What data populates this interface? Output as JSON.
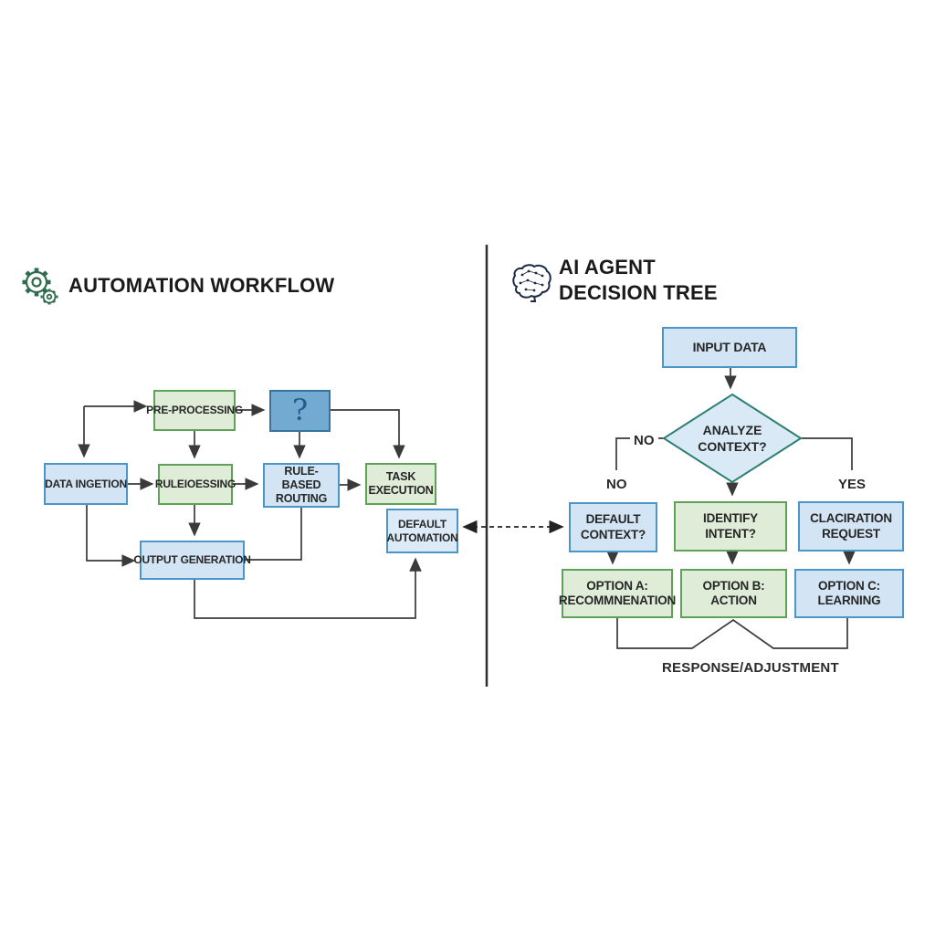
{
  "left": {
    "title": "AUTOMATION WORKFLOW",
    "title_icon": "gear-icon",
    "nodes": {
      "pre_processing": "PRE-PROCESSING",
      "question_mark": "?",
      "data_ingestion": "DATA INGETION",
      "rule_processing": "RULEIOESSING",
      "rule_based_routing": "RULE-BASED ROUTING",
      "task_execution": "TASK EXECUTION",
      "default_automation": "DEFAULT AUTOMATION",
      "output_generation": "OUTPUT GENERATION"
    }
  },
  "right": {
    "title_line1": "AI AGENT",
    "title_line2": "DECISION TREE",
    "title_icon": "brain-icon",
    "nodes": {
      "input_data": "INPUT DATA",
      "analyze_context": "ANALYZE CONTEXT?",
      "default_context": "DEFAULT CONTEXT?",
      "identify_intent": "IDENTIFY INTENT?",
      "clarification_request": "CLACIRATION REQUEST",
      "option_a": "OPTION A: RECOMMNENATION",
      "option_b": "OPTION B: ACTION",
      "option_c": "OPTION C: LEARNING"
    },
    "labels": {
      "branch_no": "NO",
      "column_no": "NO",
      "column_yes": "YES",
      "footer": "RESPONSE/ADJUSTMENT"
    }
  },
  "colors": {
    "blue_fill": "#d3e5f4",
    "blue_border": "#4b96c8",
    "green_fill": "#dfecd8",
    "green_border": "#5fa157",
    "question_fill": "#72aad2",
    "question_border": "#36749f",
    "diamond_fill": "#d9e9f6",
    "diamond_border": "#2d8070",
    "connector": "#3a3a3a",
    "gear_icon": "#2f6b4e",
    "brain_icon": "#1c2b45"
  }
}
